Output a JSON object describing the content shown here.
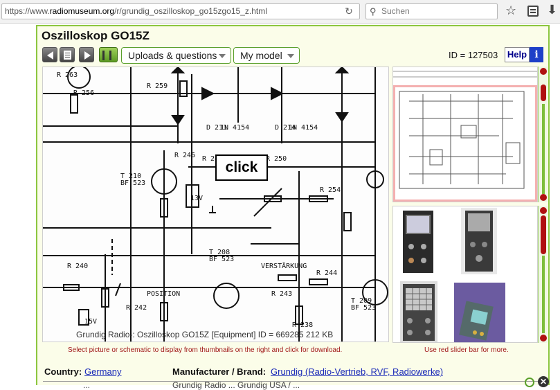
{
  "browser": {
    "url_prefix": "https://www.",
    "url_domain": "radiomuseum.org",
    "url_path": "/r/grundig_oszilloskop_go15zgo15_z.html",
    "search_placeholder": "Suchen"
  },
  "page": {
    "title": "Oszilloskop GO15Z",
    "dropdown_uploads": "Uploads & questions",
    "dropdown_model": "My model",
    "id_text": "ID = 127503",
    "help_label": "Help",
    "info_label": "i"
  },
  "viewer": {
    "click_label": "click",
    "caption": "Grundig Radio-: Oszilloskop GO15Z [Equipment] ID = 669285 212 KB",
    "hint_left": "Select picture or schematic to display from thumbnails on the right and click for download.",
    "hint_right": "Use red slider bar for more."
  },
  "details": {
    "country_label": "Country:",
    "country_value": "Germany",
    "manufacturer_label": "Manufacturer / Brand:",
    "manufacturer_value": "Grundig (Radio-Vertrieb, RVF, Radiowerke)",
    "cut_line_left": "...",
    "cut_line_right": "Grundig Radio ... Grundig USA / ..."
  },
  "colors": {
    "frame_green": "#8cc63f",
    "slider_red": "#b01010",
    "link_blue": "#1a2ab8",
    "hint_red": "#a01818"
  },
  "icons": [
    "back-arrow-icon",
    "document-icon",
    "forward-arrow-icon",
    "grid-icon",
    "search-icon",
    "reload-icon",
    "star-icon",
    "clipboard-icon",
    "download-icon",
    "close-icon"
  ]
}
